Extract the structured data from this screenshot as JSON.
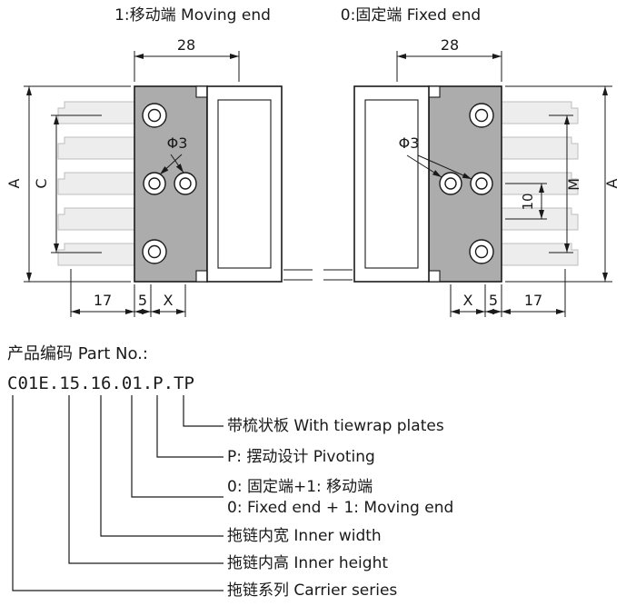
{
  "colors": {
    "bg": "#ffffff",
    "line": "#1a1a1a",
    "plate": "#acacac",
    "tooth": "#ededed",
    "tooth_edge": "#bdbdbd"
  },
  "diagram": {
    "moving_end": {
      "header": "1:移动端 Moving end",
      "width": "28",
      "height": "A",
      "hole_span": "C",
      "hole_dia": "Φ3",
      "offset_outer": "17",
      "offset_mid": "5",
      "offset_hole": "X"
    },
    "fixed_end": {
      "header": "0:固定端 Fixed end",
      "width": "28",
      "height": "A",
      "hole_span": "M",
      "pitch": "10",
      "hole_dia": "Φ3",
      "offset_outer": "17",
      "offset_mid": "5",
      "offset_hole": "X"
    }
  },
  "part_no": {
    "title": "产品编码 Part No.:",
    "code": "C01E.15.16.01.P.TP",
    "callouts": [
      {
        "segment": "TP",
        "label": "带梳状板 With tiewrap plates"
      },
      {
        "segment": "P",
        "label": "P: 摆动设计 Pivoting"
      },
      {
        "segment": "01",
        "label": "0: 固定端+1: 移动端",
        "label_en": "0: Fixed end + 1: Moving end"
      },
      {
        "segment": "16",
        "label": "拖链内宽 Inner width"
      },
      {
        "segment": "15",
        "label": "拖链内高 Inner height"
      },
      {
        "segment": "C01E",
        "label": "拖链系列 Carrier series"
      }
    ]
  }
}
